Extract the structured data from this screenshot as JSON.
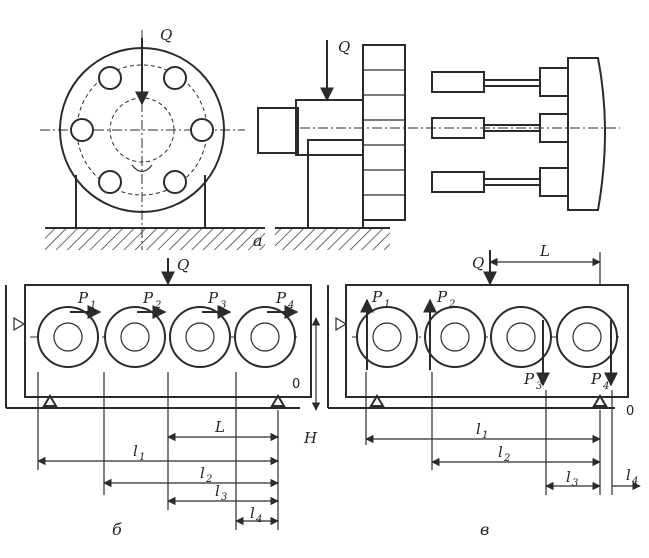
{
  "labels": {
    "q": "Q",
    "l": "L",
    "h": "H",
    "zero": "0",
    "p": "P",
    "l_small": "l",
    "sub1": "1",
    "sub2": "2",
    "sub3": "3",
    "sub4": "4"
  },
  "captions": {
    "a": "а",
    "b": "б",
    "c": "в"
  }
}
